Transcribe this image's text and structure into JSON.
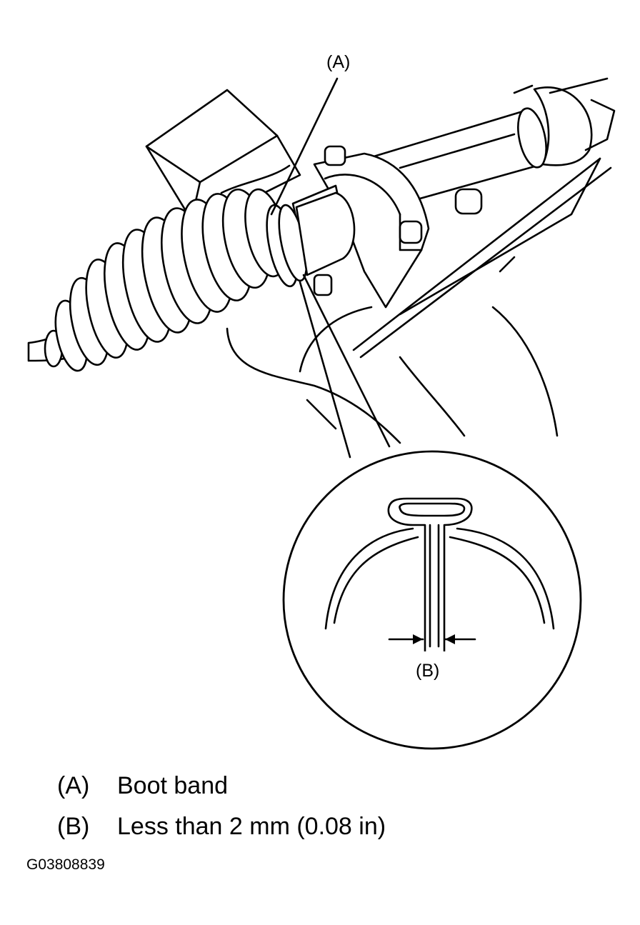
{
  "callouts": {
    "a": "(A)",
    "b": "(B)"
  },
  "legend": [
    {
      "code": "(A)",
      "text": "Boot band"
    },
    {
      "code": "(B)",
      "text": "Less than 2 mm (0.08 in)"
    }
  ],
  "figure_id": "G03808839"
}
